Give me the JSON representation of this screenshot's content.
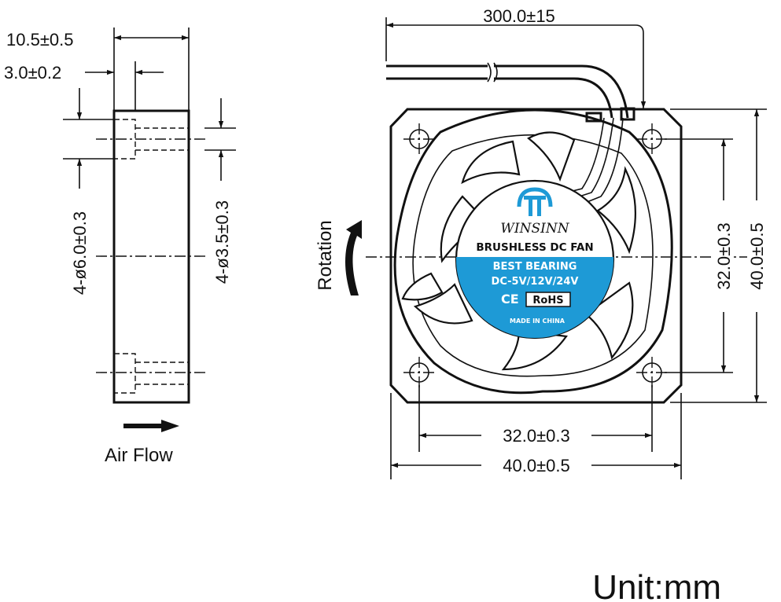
{
  "side_view": {
    "dim_thickness": "10.5±0.5",
    "dim_counterbore_depth": "3.0±0.2",
    "dim_counterbore_dia": "4-ø6.0±0.3",
    "dim_hole_dia": "4-ø3.5±0.3",
    "airflow_label": "Air Flow"
  },
  "front_view": {
    "dim_cable_length": "300.0±15",
    "rotation_label": "Rotation",
    "dim_hole_spacing_v": "32.0±0.3",
    "dim_frame_size_v": "40.0±0.5",
    "dim_hole_spacing_h": "32.0±0.3",
    "dim_frame_size_h": "40.0±0.5"
  },
  "fan_label": {
    "brand": "WINSINN",
    "product": "BRUSHLESS DC FAN",
    "bearing": "BEST BEARING",
    "voltage": "DC-5V/12V/24V",
    "ce_mark": "CE",
    "rohs_mark": "RoHS",
    "origin": "MADE IN CHINA",
    "label_color": "#1e9ad6"
  },
  "unit_label": "Unit:mm"
}
